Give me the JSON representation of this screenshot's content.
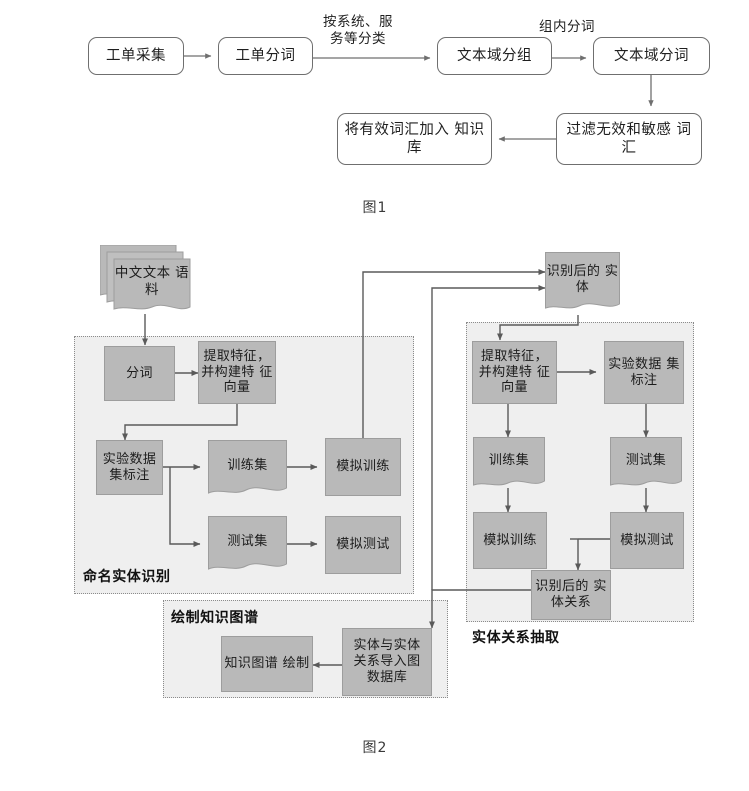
{
  "document": {
    "figure1": {
      "caption": "图1",
      "nodes": [
        {
          "id": "n1",
          "label": "工单采集"
        },
        {
          "id": "n2",
          "label": "工单分词"
        },
        {
          "id": "n3",
          "label": "文本域分组"
        },
        {
          "id": "n4",
          "label": "文本域分词"
        },
        {
          "id": "n5",
          "label": "过滤无效和敏感\n词汇"
        },
        {
          "id": "n6",
          "label": "将有效词汇加入\n知识库"
        }
      ],
      "edge_labels": [
        {
          "id": "e1",
          "label": "按系统、服\n务等分类"
        },
        {
          "id": "e2",
          "label": "组内分词"
        }
      ]
    },
    "figure2": {
      "caption": "图2",
      "source": {
        "label": "中文文本\n语料"
      },
      "entity_result": {
        "label": "识别后的\n实体"
      },
      "relation_result": {
        "label": "识别后的\n实体关系"
      },
      "panels": [
        {
          "id": "ner",
          "label": "命名实体识别",
          "nodes": [
            {
              "id": "ner-seg",
              "label": "分词"
            },
            {
              "id": "ner-feat",
              "label": "提取特征，\n并构建特\n征向量"
            },
            {
              "id": "ner-annot",
              "label": "实验数据\n集标注"
            },
            {
              "id": "ner-train-set",
              "label": "训练集"
            },
            {
              "id": "ner-test-set",
              "label": "测试集"
            },
            {
              "id": "ner-train",
              "label": "模拟训练"
            },
            {
              "id": "ner-test",
              "label": "模拟测试"
            }
          ]
        },
        {
          "id": "rel",
          "label": "实体关系抽取",
          "nodes": [
            {
              "id": "rel-feat",
              "label": "提取特征，\n并构建特\n征向量"
            },
            {
              "id": "rel-annot",
              "label": "实验数据\n集标注"
            },
            {
              "id": "rel-train-set",
              "label": "训练集"
            },
            {
              "id": "rel-test-set",
              "label": "测试集"
            },
            {
              "id": "rel-train",
              "label": "模拟训练"
            },
            {
              "id": "rel-test",
              "label": "模拟测试"
            }
          ]
        },
        {
          "id": "kg",
          "label": "绘制知识图谱",
          "nodes": [
            {
              "id": "kg-draw",
              "label": "知识图谱\n绘制"
            },
            {
              "id": "kg-import",
              "label": "实体与实体\n关系导入图\n数据库"
            }
          ]
        }
      ]
    }
  },
  "colors": {
    "box_fill": "#b9b9b9",
    "box_stroke": "#9d9d9d",
    "panel_fill": "#e2e2e2",
    "panel_stroke": "#8b8b8b",
    "line": "#5a5a5a",
    "outline_box_stroke": "#6f6f6f"
  }
}
